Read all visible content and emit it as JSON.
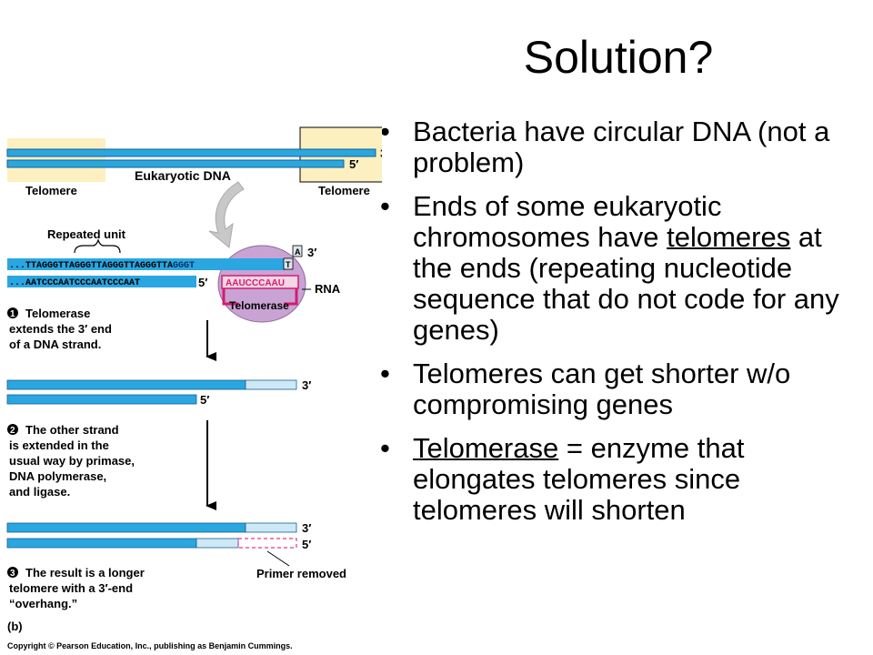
{
  "slide": {
    "title": "Solution?"
  },
  "bullets": [
    {
      "text": "Bacteria have circular DNA (not a problem)"
    },
    {
      "pre": "Ends of some eukaryotic chromosomes have ",
      "term": "telomeres",
      "post": " at the ends (repeating nucleotide sequence that do not code for any genes)"
    },
    {
      "text": "Telomeres can get shorter w/o compromising genes"
    },
    {
      "term": "Telomerase",
      "post": " = enzyme that elongates telomeres since telomeres will shorten"
    }
  ],
  "diagram": {
    "labels": {
      "three_prime": "3′",
      "five_prime": "5′",
      "eukaryotic_dna": "Eukaryotic DNA",
      "telomere": "Telomere",
      "repeated_unit": "Repeated unit",
      "top_seq": "...TTAGGGTTAGGGTTAGGGTTAGGGTTA",
      "top_seq_ext": "GGGT",
      "bottom_seq": "...AATCCCAATCCCAATCCCAAT",
      "rna_seq": "AAUCCCAAU",
      "rna": "RNA",
      "telomerase": "Telomerase",
      "nt_a": "A",
      "nt_t": "T",
      "primer_removed": "Primer removed",
      "panel": "(b)",
      "copyright": "Copyright © Pearson Education, Inc., publishing as Benjamin Cummings."
    },
    "steps": [
      {
        "number": "1",
        "lines": [
          "Telomerase",
          "extends the 3′ end",
          "of a DNA strand."
        ]
      },
      {
        "number": "2",
        "lines": [
          "The other strand",
          "is extended in the",
          "usual way by primase,",
          "DNA polymerase,",
          "and ligase."
        ]
      },
      {
        "number": "3",
        "lines": [
          "The result is a longer",
          "telomere with a 3′-end",
          "“overhang.”"
        ]
      }
    ]
  }
}
